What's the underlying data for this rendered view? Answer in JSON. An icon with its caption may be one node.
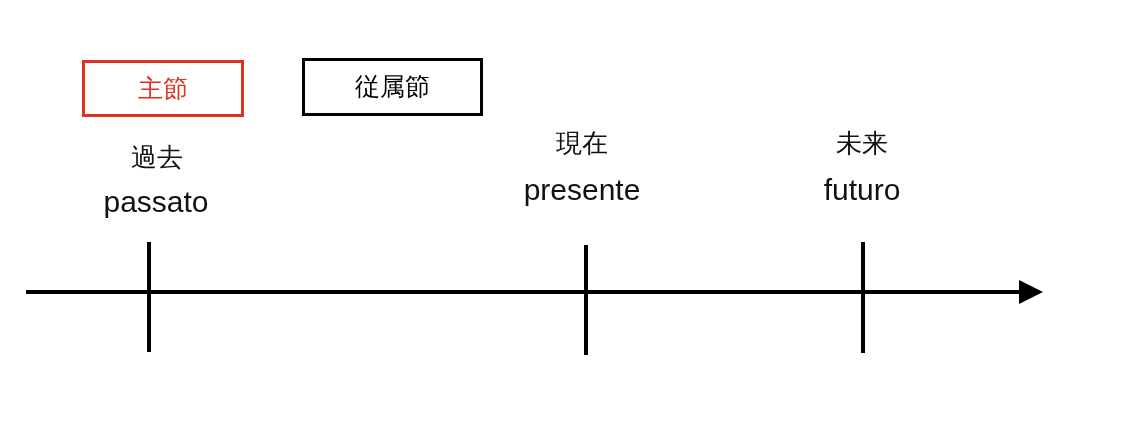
{
  "diagram": {
    "nodes": [
      {
        "text": [
          "主節"
        ]
      },
      {
        "text": [
          "従属節"
        ]
      }
    ],
    "labels": [
      "過去",
      "passato",
      "現在",
      "presente",
      "未来",
      "futuro"
    ]
  }
}
